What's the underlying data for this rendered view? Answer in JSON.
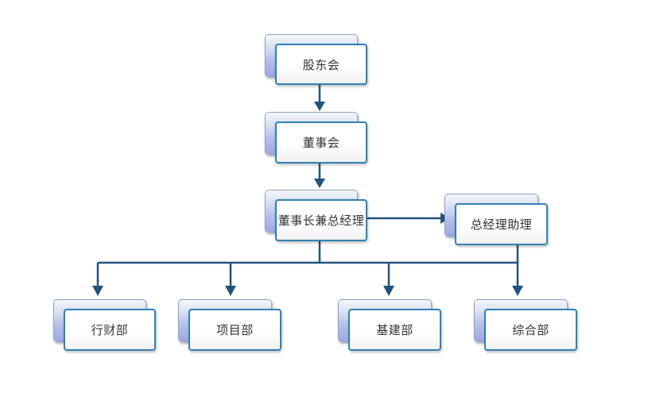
{
  "nodes": {
    "shareholders": "股东会",
    "board": "董事会",
    "chairman_gm": "董事长兼总经理",
    "gm_assistant": "总经理助理",
    "finance": "行财部",
    "project": "项目部",
    "infrastructure": "基建部",
    "general": "综合部"
  },
  "colors": {
    "connector": "#24527d",
    "node_border": "#2f82b4",
    "node_back_gradient_bottom": "#9ea7e4"
  }
}
